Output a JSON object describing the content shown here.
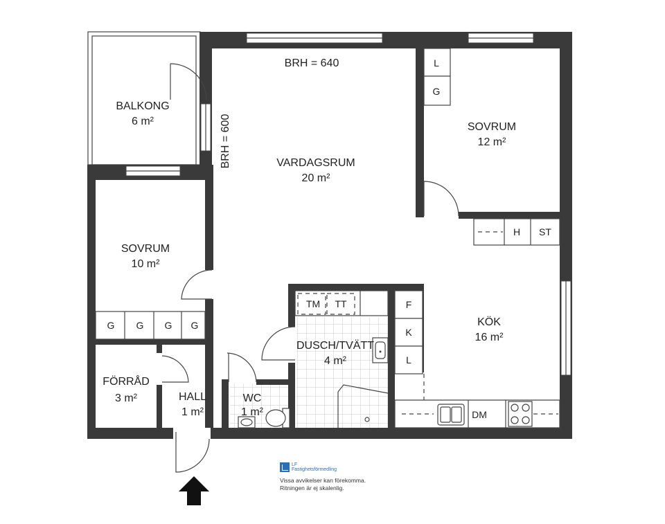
{
  "rooms": {
    "balkong": {
      "name": "BALKONG",
      "area": "6 m²"
    },
    "vardagsrum": {
      "name": "VARDAGSRUM",
      "area": "20 m²"
    },
    "sovrum_ne": {
      "name": "SOVRUM",
      "area": "12 m²"
    },
    "sovrum_w": {
      "name": "SOVRUM",
      "area": "10 m²"
    },
    "kok": {
      "name": "KÖK",
      "area": "16 m²"
    },
    "dusch": {
      "name": "DUSCH/TVÄTT",
      "area": "4 m²"
    },
    "wc": {
      "name": "WC",
      "area": "1 m²"
    },
    "hall": {
      "name": "HALL",
      "area": "1 m²"
    },
    "forrad": {
      "name": "FÖRRÅD",
      "area": "3 m²"
    }
  },
  "annotations": {
    "brh_top": "BRH = 640",
    "brh_side": "BRH = 600"
  },
  "fixtures": {
    "wardrobe_l": "L",
    "wardrobe_g": "G",
    "hall_h": "H",
    "hall_st": "ST",
    "sovrum_g": [
      "G",
      "G",
      "G",
      "G"
    ],
    "tm": "TM",
    "tt": "TT",
    "kitchen_f": "F",
    "kitchen_k": "K",
    "kitchen_l": "L",
    "kitchen_dm": "DM"
  },
  "footer": {
    "logo_line1": "LF",
    "logo_line2": "Fastighetsförmedling",
    "disclaimer1": "Vissa avvikelser kan förekomma.",
    "disclaimer2": "Ritningen är ej skalenlig."
  },
  "colors": {
    "wall": "#3a3a3a",
    "logo": "#2a6fb4"
  },
  "icons": [
    "entrance-arrow-icon",
    "sink-icon",
    "toilet-icon",
    "stove-icon",
    "logo-icon"
  ]
}
